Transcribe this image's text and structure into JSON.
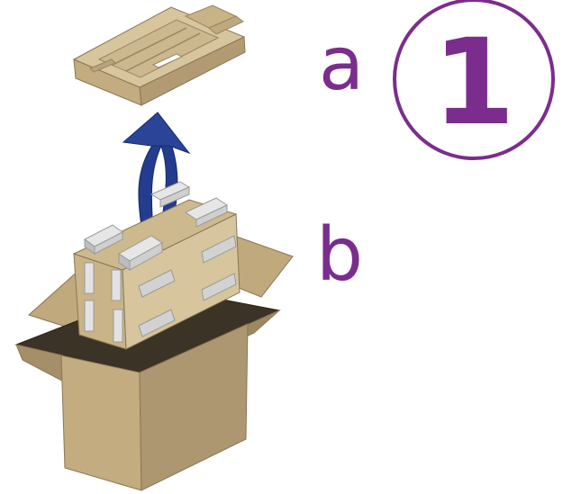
{
  "step": {
    "number": "1",
    "color": "#7b2d8e"
  },
  "labels": {
    "a": "a",
    "b": "b"
  },
  "colors": {
    "cardboard_light": "#d6c59d",
    "cardboard_mid": "#c3ac7f",
    "cardboard_dark": "#a58f69",
    "box_inside": "#3b3325",
    "foam": "#d9d9d9",
    "arrow": "#233c8e"
  }
}
